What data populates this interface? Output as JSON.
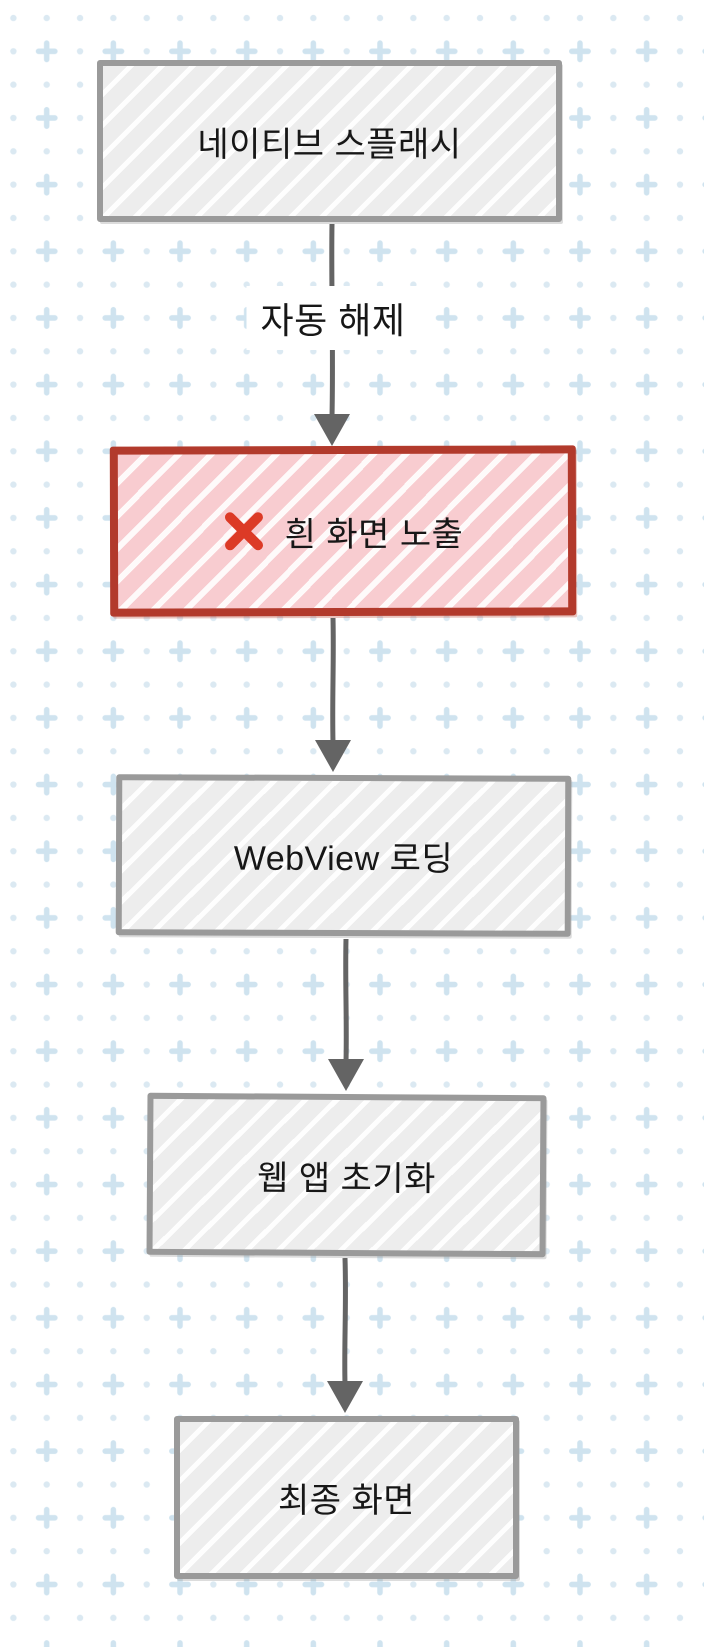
{
  "diagram": {
    "title": "splash-to-final-screen-flow",
    "nodes": [
      {
        "id": "native-splash",
        "label": "네이티브 스플래시",
        "type": "normal"
      },
      {
        "id": "white-screen",
        "label": "흰 화면 노출",
        "type": "error",
        "icon": "x-mark-icon"
      },
      {
        "id": "webview-loading",
        "label": "WebView 로딩",
        "type": "normal"
      },
      {
        "id": "web-app-init",
        "label": "웹 앱 초기화",
        "type": "normal"
      },
      {
        "id": "final-screen",
        "label": "최종 화면",
        "type": "normal"
      }
    ],
    "edges": [
      {
        "from": "native-splash",
        "to": "white-screen",
        "label": "자동 해제"
      },
      {
        "from": "white-screen",
        "to": "webview-loading",
        "label": ""
      },
      {
        "from": "webview-loading",
        "to": "web-app-init",
        "label": ""
      },
      {
        "from": "web-app-init",
        "to": "final-screen",
        "label": ""
      }
    ],
    "colors": {
      "box_border": "#9a9a9a",
      "box_fill": "#ededed",
      "error_border": "#b23a2c",
      "error_fill": "#f8ccd0",
      "x_mark": "#dc3a26",
      "arrow": "#646464",
      "text": "#171717",
      "bg_dot": "#dbe9f2",
      "bg_plus": "#cfe3ef"
    }
  }
}
